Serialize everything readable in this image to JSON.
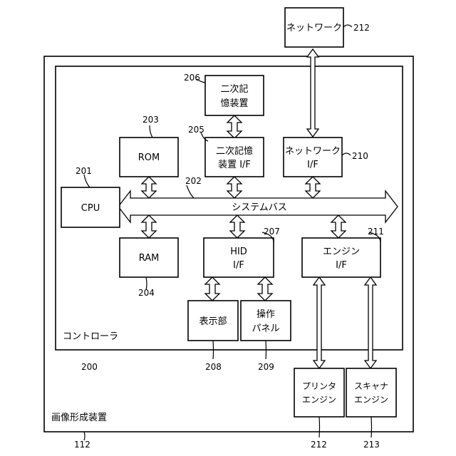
{
  "outer": {
    "label": "画像形成装置",
    "ref": "112"
  },
  "controller": {
    "label": "コントローラ",
    "ref": "200"
  },
  "bus": {
    "label": "システムバス",
    "ref": "202"
  },
  "blocks": {
    "network_ext": {
      "lines": [
        "ネットワーク"
      ],
      "ref": "212"
    },
    "secondary_storage": {
      "lines": [
        "二次記",
        "憶装置"
      ],
      "ref": "206"
    },
    "rom": {
      "lines": [
        "ROM"
      ],
      "ref": "203"
    },
    "storage_if": {
      "lines": [
        "二次記憶",
        "装置 I/F"
      ],
      "ref": "205"
    },
    "network_if": {
      "lines": [
        "ネットワーク",
        "I/F"
      ],
      "ref": "210"
    },
    "cpu": {
      "lines": [
        "CPU"
      ],
      "ref": "201"
    },
    "ram": {
      "lines": [
        "RAM"
      ],
      "ref": "204"
    },
    "hid_if": {
      "lines": [
        "HID",
        "I/F"
      ],
      "ref": "207"
    },
    "engine_if": {
      "lines": [
        "エンジン",
        "I/F"
      ],
      "ref": "211"
    },
    "display": {
      "lines": [
        "表示部"
      ],
      "ref": "208"
    },
    "panel": {
      "lines": [
        "操作",
        "パネル"
      ],
      "ref": "209"
    },
    "printer_engine": {
      "lines": [
        "プリンタ",
        "エンジン"
      ],
      "ref": "212"
    },
    "scanner_engine": {
      "lines": [
        "スキャナ",
        "エンジン"
      ],
      "ref": "213"
    }
  }
}
